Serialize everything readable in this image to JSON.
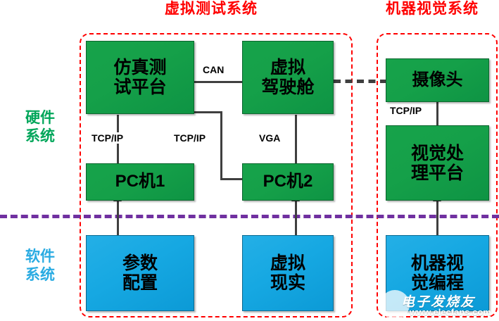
{
  "captions": [
    {
      "id": "virtual-test-system",
      "text": "虚拟测试系统",
      "color": "#FF0000"
    },
    {
      "id": "machine-vision-system",
      "text": "机器视觉系统",
      "color": "#FF0000"
    }
  ],
  "row_labels": [
    {
      "id": "hardware-system",
      "line1": "硬件",
      "line2": "系统",
      "color": "#00A65A"
    },
    {
      "id": "software-system",
      "line1": "软件",
      "line2": "系统",
      "color": "#29ABE2"
    }
  ],
  "boxes": {
    "simulation_test_platform": {
      "line1": "仿真测",
      "line2": "试平台",
      "color": "#15A049"
    },
    "virtual_cockpit": {
      "line1": "虚拟",
      "line2": "驾驶舱",
      "color": "#15A049"
    },
    "pc1": {
      "line1": "PC机1",
      "line2": "",
      "color": "#15A049"
    },
    "pc2": {
      "line1": "PC机2",
      "line2": "",
      "color": "#15A049"
    },
    "camera": {
      "line1": "摄像头",
      "line2": "",
      "color": "#15A049"
    },
    "vision_processing_platform": {
      "line1": "视觉处",
      "line2": "理平台",
      "color": "#15A049"
    },
    "parameter_configuration": {
      "line1": "参数",
      "line2": "配置",
      "color": "#16A8E2"
    },
    "virtual_reality": {
      "line1": "虚拟",
      "line2": "现实",
      "color": "#16A8E2"
    },
    "machine_vision_programming": {
      "line1": "机器视",
      "line2": "觉编程",
      "color": "#16A8E2"
    }
  },
  "edge_labels": {
    "can": "CAN",
    "tcpip_1": "TCP/IP",
    "tcpip_2": "TCP/IP",
    "vga": "VGA",
    "tcpip_3": "TCP/IP"
  },
  "watermark": {
    "brand": "电子发烧友",
    "url": "www.elecfans.com"
  },
  "colors": {
    "group_border": "#FF0000",
    "divider": "#7030A0",
    "connector": "#3F3F3F",
    "hardware_label": "#00A65A",
    "software_label": "#29ABE2"
  }
}
